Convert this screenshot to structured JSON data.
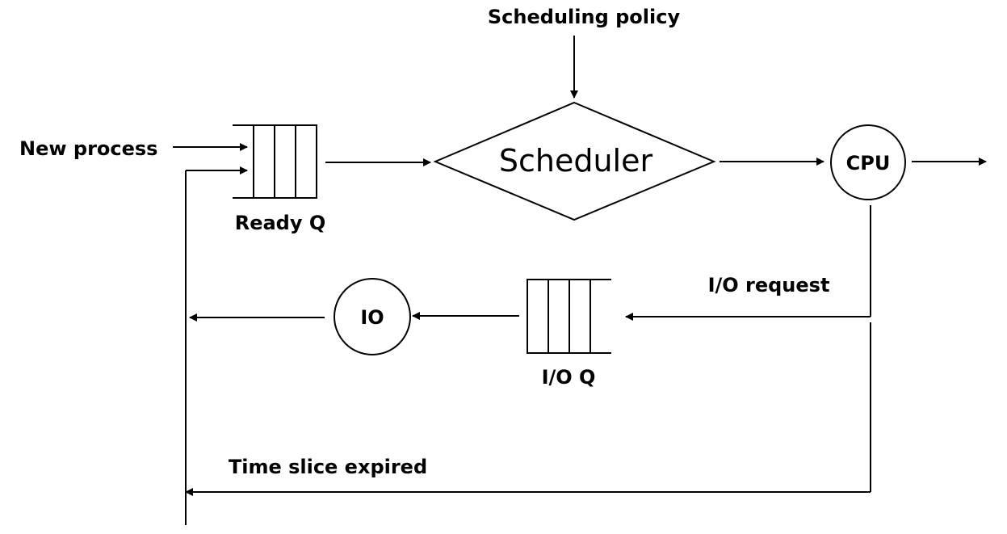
{
  "labels": {
    "scheduling_policy": "Scheduling policy",
    "new_process": "New process",
    "scheduler": "Scheduler",
    "cpu": "CPU",
    "ready_q": "Ready Q",
    "io_request": "I/O request",
    "io": "IO",
    "io_q": "I/O Q",
    "time_slice_expired": "Time slice expired"
  }
}
